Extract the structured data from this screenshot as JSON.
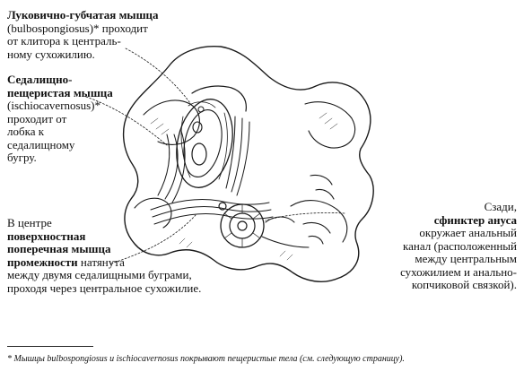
{
  "bulbospongiosus": {
    "title": "Луковично-губчатая мышца",
    "line1": "(bulbospongiosus)* проходит",
    "line2": "от клитора к централь-",
    "line3": "ному сухожилию."
  },
  "ischiocavernosus": {
    "title1": "Седалищно-",
    "title2": "пещеристая мышца",
    "line1": "(ischiocavernosus)*",
    "line2": "проходит от",
    "line3": "лобка к",
    "line4": "седалищному",
    "line5": "бугру."
  },
  "transverse": {
    "line1": "В центре",
    "title1": "поверхностная",
    "title2": "поперечная мышца",
    "title3": "промежности",
    "line2": " натянута",
    "line3": "между двумя седалищными буграми,",
    "line4": "проходя через центральное сухожилие."
  },
  "sphincter": {
    "line1": "Сзади,",
    "title": "сфинктер ануса",
    "line2": "окружает анальный",
    "line3": "канал (расположенный",
    "line4": "между центральным",
    "line5": "сухожилием и анально-",
    "line6": "копчиковой связкой)."
  },
  "footnote": "* Мышцы bulbospongiosus и ischiocavernosus покрывают пещеристые тела (см. следующую страницу)."
}
